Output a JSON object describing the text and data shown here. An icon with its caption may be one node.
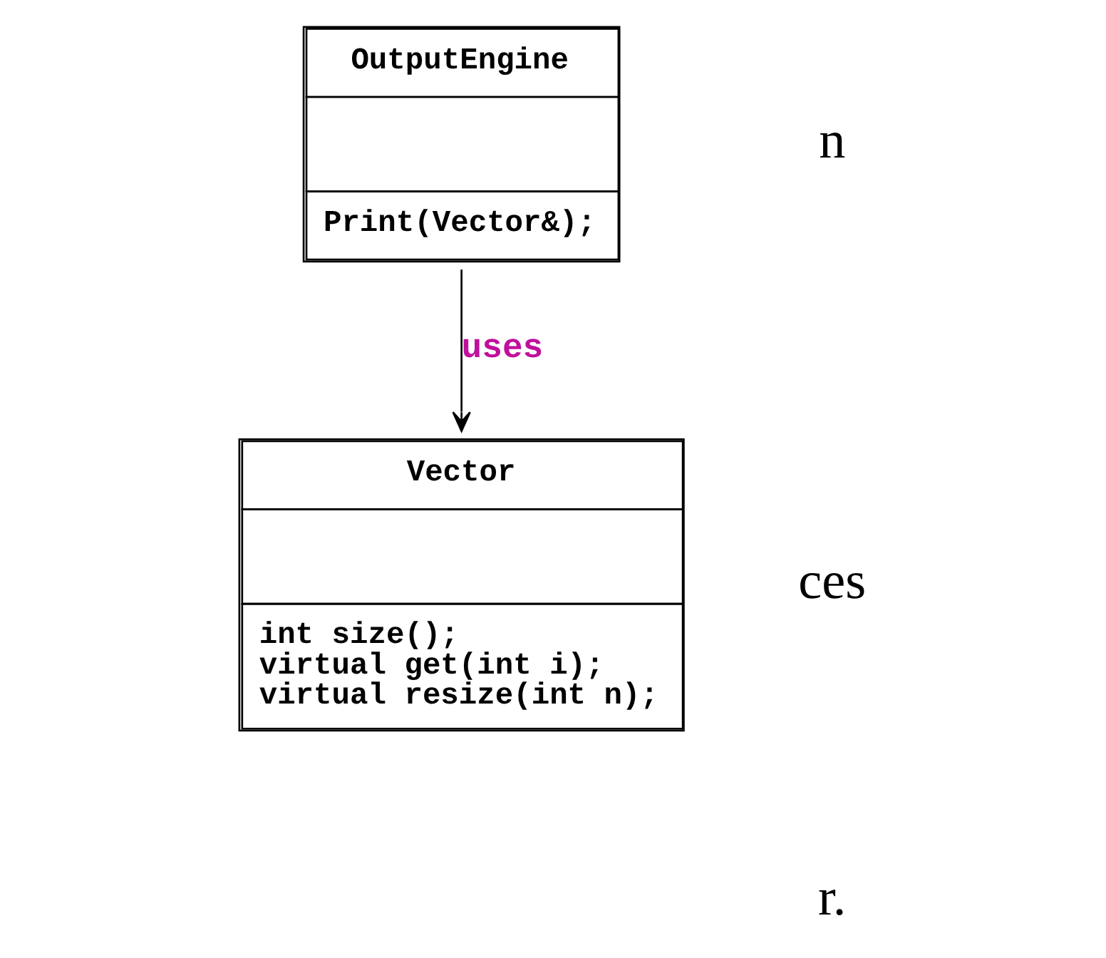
{
  "diagram": {
    "nodes": [
      {
        "text": [
          "OutputEngine",
          "Print(Vector&);"
        ]
      },
      {
        "text": [
          "Vector",
          "int size();",
          "virtual get(int i);",
          "virtual resize(int n);"
        ]
      }
    ],
    "edges": [
      {
        "from": 0,
        "to": 1,
        "arrow": "to",
        "label": "uses"
      }
    ],
    "labels": [
      "n",
      "ces",
      "r."
    ]
  }
}
